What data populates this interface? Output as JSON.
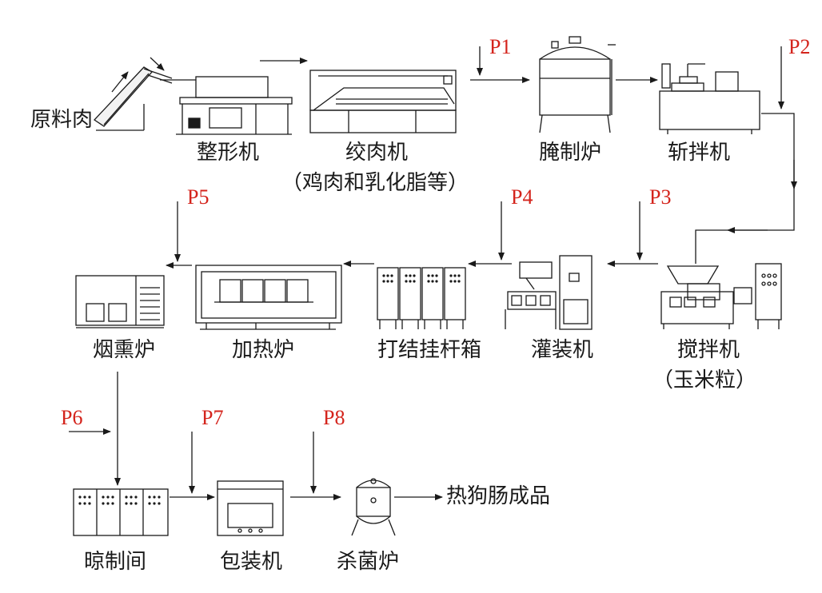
{
  "raw_material": "原料肉",
  "machines": {
    "shaper": "整形机",
    "grinder": "绞肉机",
    "grinder_note": "（鸡肉和乳化脂等）",
    "curing_tank": "腌制炉",
    "chopper": "斩拌机",
    "mixer": "搅拌机",
    "mixer_note": "（玉米粒）",
    "filler": "灌装机",
    "tying_cabinet": "打结挂杆箱",
    "heating_oven": "加热炉",
    "smoke_oven": "烟熏炉",
    "cooling_room": "晾制间",
    "packer": "包装机",
    "sterilizer": "杀菌炉",
    "product": "热狗肠成品"
  },
  "control_points": [
    "P1",
    "P2",
    "P3",
    "P4",
    "P5",
    "P6",
    "P7",
    "P8"
  ],
  "colors": {
    "line": "#1a1a1a",
    "control_point": "#d4241c"
  }
}
